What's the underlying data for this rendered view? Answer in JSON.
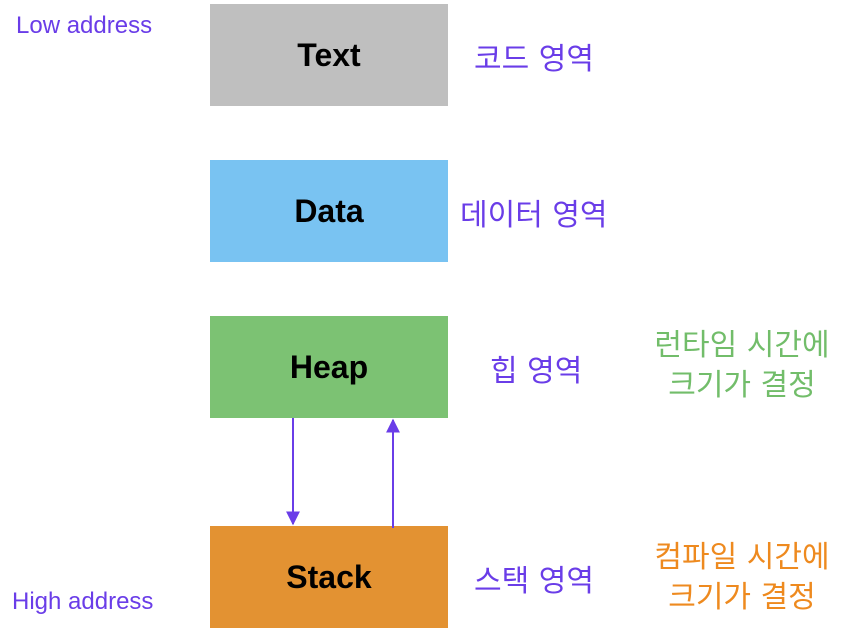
{
  "addresses": {
    "low": "Low address",
    "high": "High address"
  },
  "segments": [
    {
      "label": "Text",
      "region": "코드 영역"
    },
    {
      "label": "Data",
      "region": "데이터 영역"
    },
    {
      "label": "Heap",
      "region": "힙 영역"
    },
    {
      "label": "Stack",
      "region": "스택 영역"
    }
  ],
  "notes": {
    "heap": {
      "line1": "런타임 시간에",
      "line2": "크기가 결정"
    },
    "stack": {
      "line1": "컴파일 시간에",
      "line2": "크기가 결정"
    }
  },
  "colors": {
    "text_segment": "#bfbfbf",
    "data_segment": "#79c3f2",
    "heap_segment": "#7cc273",
    "stack_segment": "#e39232",
    "label_purple": "#6a3de8",
    "heap_note": "#72bd6a",
    "stack_note": "#ee8a1f"
  }
}
